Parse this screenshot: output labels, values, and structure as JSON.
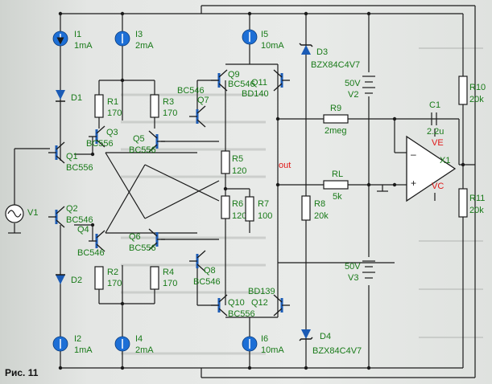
{
  "caption": "Рис. 11",
  "sources": {
    "i1": {
      "name": "I1",
      "value": "1mA"
    },
    "i2": {
      "name": "I2",
      "value": "1mA"
    },
    "i3": {
      "name": "I3",
      "value": "2mA"
    },
    "i4": {
      "name": "I4",
      "value": "2mA"
    },
    "i5": {
      "name": "I5",
      "value": "10mA"
    },
    "i6": {
      "name": "I6",
      "value": "10mA"
    }
  },
  "diodes": {
    "d1": {
      "name": "D1"
    },
    "d2": {
      "name": "D2"
    },
    "d3": {
      "name": "D3",
      "value": "BZX84C4V7"
    },
    "d4": {
      "name": "D4",
      "value": "BZX84C4V7"
    }
  },
  "transistors": {
    "q1": {
      "name": "Q1",
      "model": "BC556"
    },
    "q2": {
      "name": "Q2",
      "model": "BC546"
    },
    "q3": {
      "name": "Q3",
      "model": "BC556"
    },
    "q4": {
      "name": "Q4",
      "model": "BC546"
    },
    "q5": {
      "name": "Q5",
      "model": "BC556"
    },
    "q6": {
      "name": "Q6",
      "model": "BC556"
    },
    "q7": {
      "name": "Q7",
      "model": "BC546"
    },
    "q8": {
      "name": "Q8",
      "model": "BC546"
    },
    "q9": {
      "name": "Q9",
      "model": "BC546"
    },
    "q10": {
      "name": "Q10",
      "model": "BC556"
    },
    "q11": {
      "name": "Q11",
      "model": "BD140"
    },
    "q12": {
      "name": "Q12",
      "model": "BD139"
    }
  },
  "resistors": {
    "r1": {
      "name": "R1",
      "value": "170"
    },
    "r2": {
      "name": "R2",
      "value": "170"
    },
    "r3": {
      "name": "R3",
      "value": "170"
    },
    "r4": {
      "name": "R4",
      "value": "170"
    },
    "r5": {
      "name": "R5",
      "value": "120"
    },
    "r6": {
      "name": "R6",
      "value": "120"
    },
    "r7": {
      "name": "R7",
      "value": "100"
    },
    "r8": {
      "name": "R8",
      "value": "20k"
    },
    "r9": {
      "name": "R9",
      "value": "2meg"
    },
    "r10": {
      "name": "R10",
      "value": "20k"
    },
    "r11": {
      "name": "R11",
      "value": "20k"
    },
    "rl": {
      "name": "RL",
      "value": "5k"
    }
  },
  "capacitors": {
    "c1": {
      "name": "C1",
      "value": "2.2u"
    }
  },
  "supplies": {
    "v1": {
      "name": "V1"
    },
    "v2": {
      "name": "V2",
      "value": "50V"
    },
    "v3": {
      "name": "V3",
      "value": "50V"
    }
  },
  "opamp": {
    "name": "X1",
    "ve": "VE",
    "vc": "VC",
    "minus": "–",
    "plus": "+"
  },
  "net_out": "out",
  "colors": {
    "label": "#187a18",
    "net": "#e01818",
    "source": "#1d6fd6",
    "wire": "#1a1a1a"
  }
}
